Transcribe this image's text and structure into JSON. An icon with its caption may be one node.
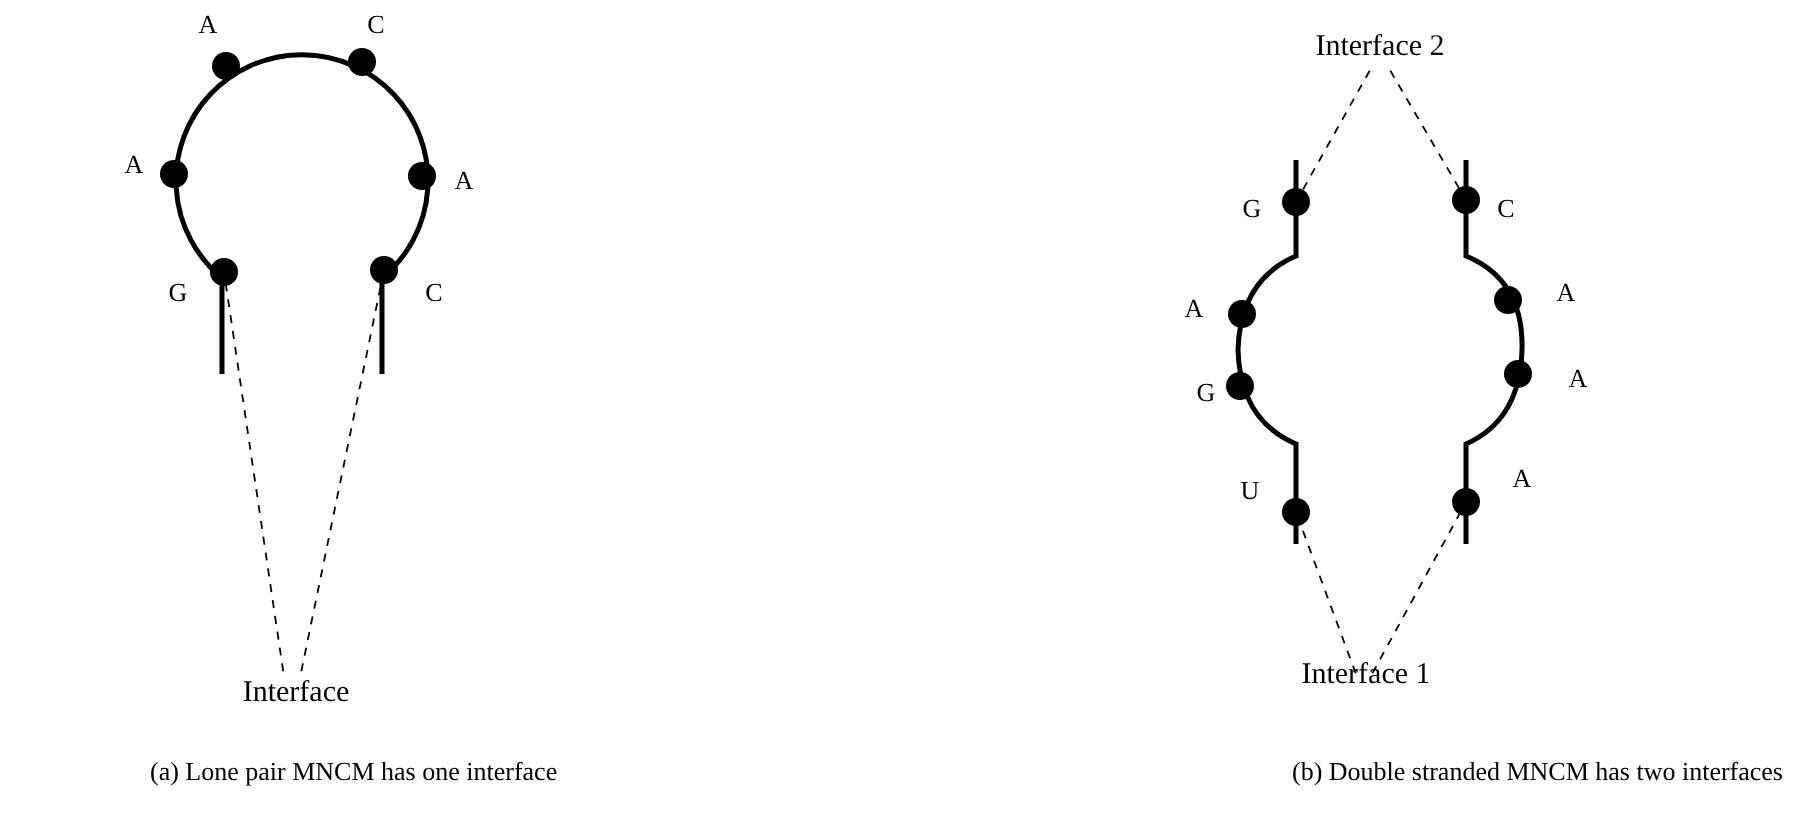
{
  "diagram": {
    "nodes": [
      {
        "text": [],
        "shape": "circle",
        "beside": [
          "A"
        ]
      },
      {
        "text": [],
        "shape": "circle",
        "beside": [
          "C"
        ]
      },
      {
        "text": [],
        "shape": "circle",
        "beside": [
          "A"
        ]
      },
      {
        "text": [],
        "shape": "circle",
        "beside": [
          "A"
        ]
      },
      {
        "text": [],
        "shape": "circle",
        "beside": [
          "G"
        ]
      },
      {
        "text": [],
        "shape": "circle",
        "beside": [
          "C"
        ]
      },
      {
        "text": [
          "Interface"
        ]
      },
      {
        "text": [
          "Interface 2"
        ]
      },
      {
        "text": [],
        "shape": "circle",
        "beside": [
          "G"
        ]
      },
      {
        "text": [],
        "shape": "circle",
        "beside": [
          "C"
        ]
      },
      {
        "text": [],
        "shape": "circle",
        "beside": [
          "A"
        ]
      },
      {
        "text": [],
        "shape": "circle",
        "beside": [
          "A"
        ]
      },
      {
        "text": [],
        "shape": "circle",
        "beside": [
          "G"
        ]
      },
      {
        "text": [],
        "shape": "circle",
        "beside": [
          "A"
        ]
      },
      {
        "text": [],
        "shape": "circle",
        "beside": [
          "U"
        ]
      },
      {
        "text": [],
        "shape": "circle",
        "beside": [
          "A"
        ]
      },
      {
        "text": [
          "Interface 1"
        ]
      }
    ],
    "edges": [
      {
        "from": 6,
        "to": 4,
        "arrow": "none",
        "style": "dashed"
      },
      {
        "from": 6,
        "to": 5,
        "arrow": "none",
        "style": "dashed"
      },
      {
        "from": 7,
        "to": 8,
        "arrow": "none",
        "style": "dashed"
      },
      {
        "from": 7,
        "to": 9,
        "arrow": "none",
        "style": "dashed"
      },
      {
        "from": 16,
        "to": 14,
        "arrow": "none",
        "style": "dashed"
      },
      {
        "from": 16,
        "to": 15,
        "arrow": "none",
        "style": "dashed"
      }
    ],
    "labels": [
      "(a) Lone pair MNCM has one interface",
      "(b) Double stranded MNCM has two interfaces"
    ]
  }
}
